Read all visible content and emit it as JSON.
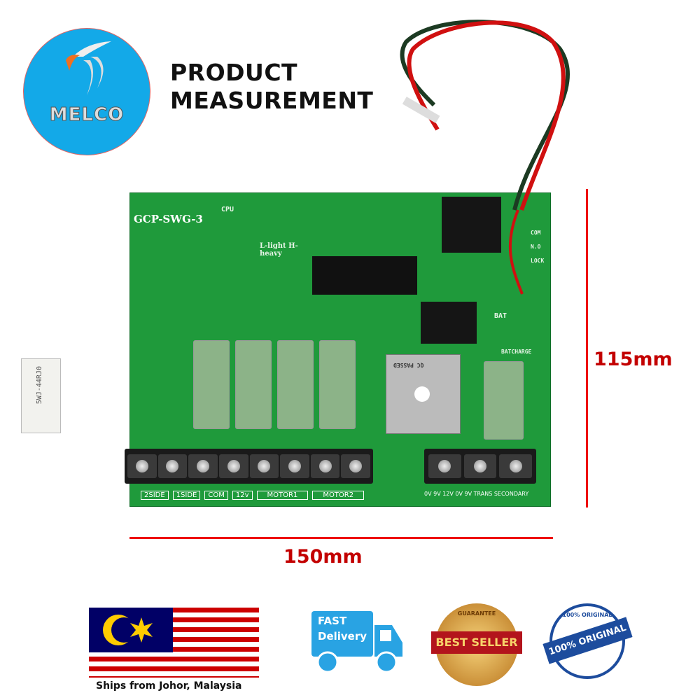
{
  "brand": {
    "logo_text": "MELCO"
  },
  "title": {
    "line1": "PRODUCT",
    "line2": "MEASUREMENT"
  },
  "board": {
    "model": "GCP-SWG-3",
    "markings": {
      "cpu": "CPU",
      "mode": "L-light  H-heavy",
      "bat": "BAT",
      "batcharge": "BATCHARGE",
      "lock": "LOCK",
      "com": "COM",
      "no": "N.O",
      "qc": "QC PASSED",
      "resistor": "5WJ-44RJ0"
    },
    "terminal_labels": [
      "2SIDE",
      "1SIDE",
      "COM",
      "12v",
      "MOTOR1",
      "MOTOR2"
    ],
    "right_terminal_label": "0V 9V 12V 0V 9V  TRANS SECONDARY"
  },
  "dimensions": {
    "width": "150mm",
    "height": "115mm"
  },
  "badges": {
    "ships_from": "Ships from Johor, Malaysia",
    "fast_delivery": {
      "line1": "FAST",
      "line2": "Delivery"
    },
    "best_seller": {
      "banner": "BEST SELLER",
      "ring": "GUARANTEE"
    },
    "original": {
      "band": "100% ORIGINAL",
      "ring": "100% ORIGINAL"
    }
  },
  "colors": {
    "accent_red": "#e00000",
    "logo_blue": "#13a9e8",
    "pcb_green": "#1f9a3b",
    "truck_blue": "#29a3e3"
  }
}
